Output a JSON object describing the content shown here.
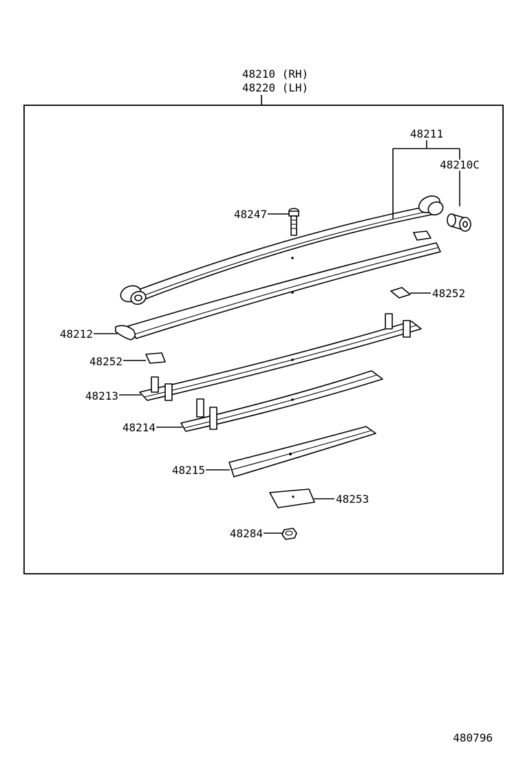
{
  "diagram": {
    "assembly_label_rh": "48210 (RH)",
    "assembly_label_lh": "48220 (LH)",
    "diagram_id": "480796",
    "parts": {
      "spring_no1": "48211",
      "bushing": "48210C",
      "center_bolt": "48247",
      "leaf_no2": "48212",
      "spacer_upper": "48252",
      "spacer_lower": "48252",
      "leaf_no3": "48213",
      "leaf_no4": "48214",
      "leaf_no5": "48215",
      "pad": "48253",
      "nut": "48284"
    }
  }
}
